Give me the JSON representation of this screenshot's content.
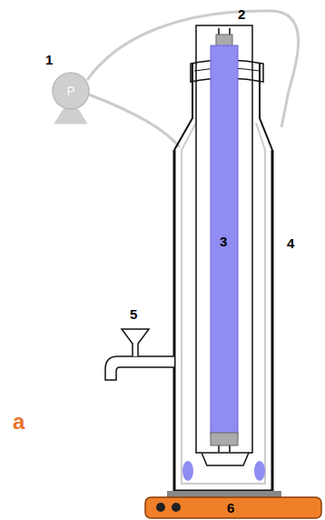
{
  "diagram": {
    "nodes": [
      {
        "text": [
          "P"
        ]
      }
    ],
    "labels": [
      "1",
      "2",
      "3",
      "4",
      "5",
      "6",
      "a"
    ]
  }
}
